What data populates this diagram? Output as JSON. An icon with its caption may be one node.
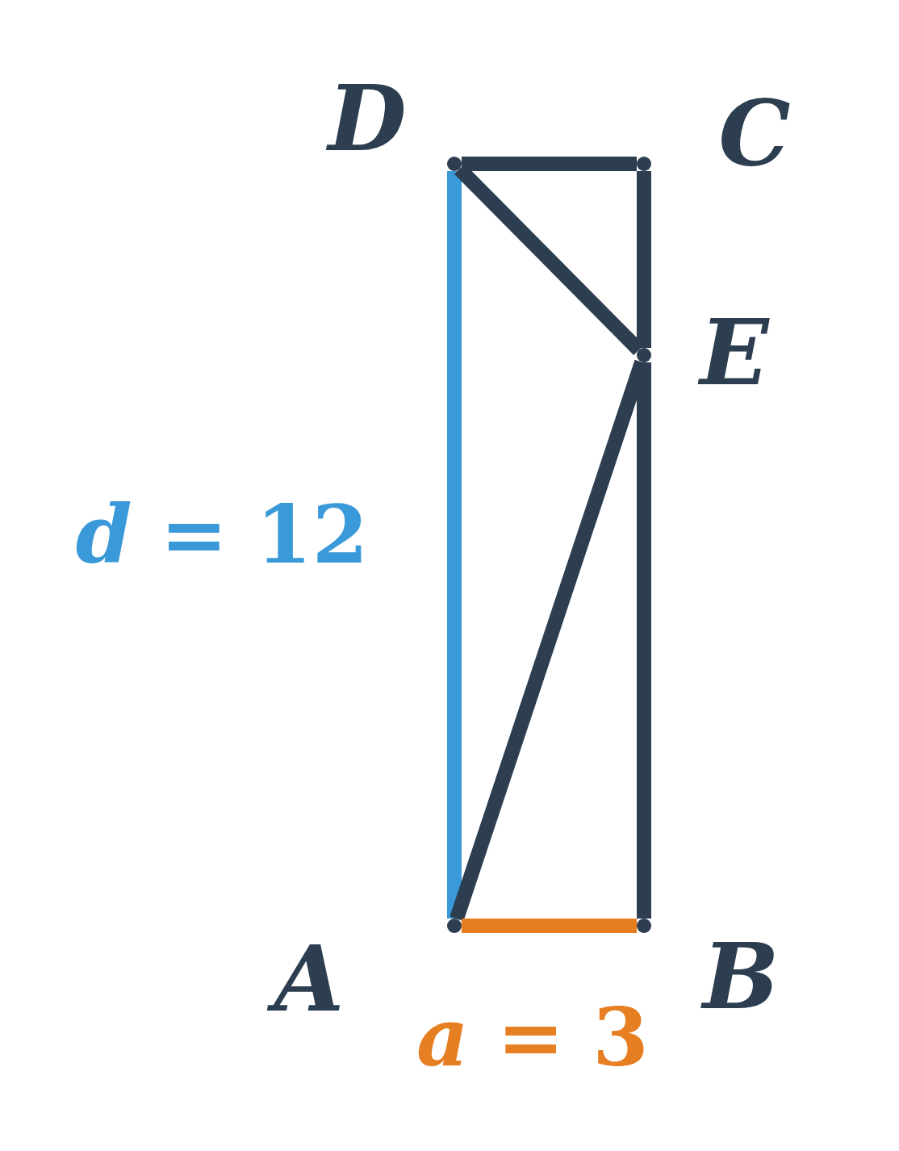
{
  "diagram": {
    "nodes": [
      {
        "text": [],
        "shape": "circle",
        "beside": [
          "D"
        ]
      },
      {
        "text": [],
        "shape": "circle",
        "beside": [
          "C"
        ]
      },
      {
        "text": [],
        "shape": "circle",
        "beside": [
          "E"
        ]
      },
      {
        "text": [],
        "shape": "circle",
        "beside": [
          "A"
        ]
      },
      {
        "text": [],
        "shape": "circle",
        "beside": [
          "B"
        ]
      }
    ],
    "edges": [
      {
        "from": 3,
        "to": 0,
        "arrow": "none",
        "color": "#3a9ad9",
        "label": "*d* = 12"
      },
      {
        "from": 0,
        "to": 1,
        "arrow": "none"
      },
      {
        "from": 1,
        "to": 2,
        "arrow": "none"
      },
      {
        "from": 2,
        "to": 4,
        "arrow": "none"
      },
      {
        "from": 0,
        "to": 2,
        "arrow": "none"
      },
      {
        "from": 2,
        "to": 3,
        "arrow": "none"
      },
      {
        "from": 3,
        "to": 4,
        "arrow": "none",
        "color": "#e67e22",
        "label": "*a* = 3"
      }
    ]
  }
}
